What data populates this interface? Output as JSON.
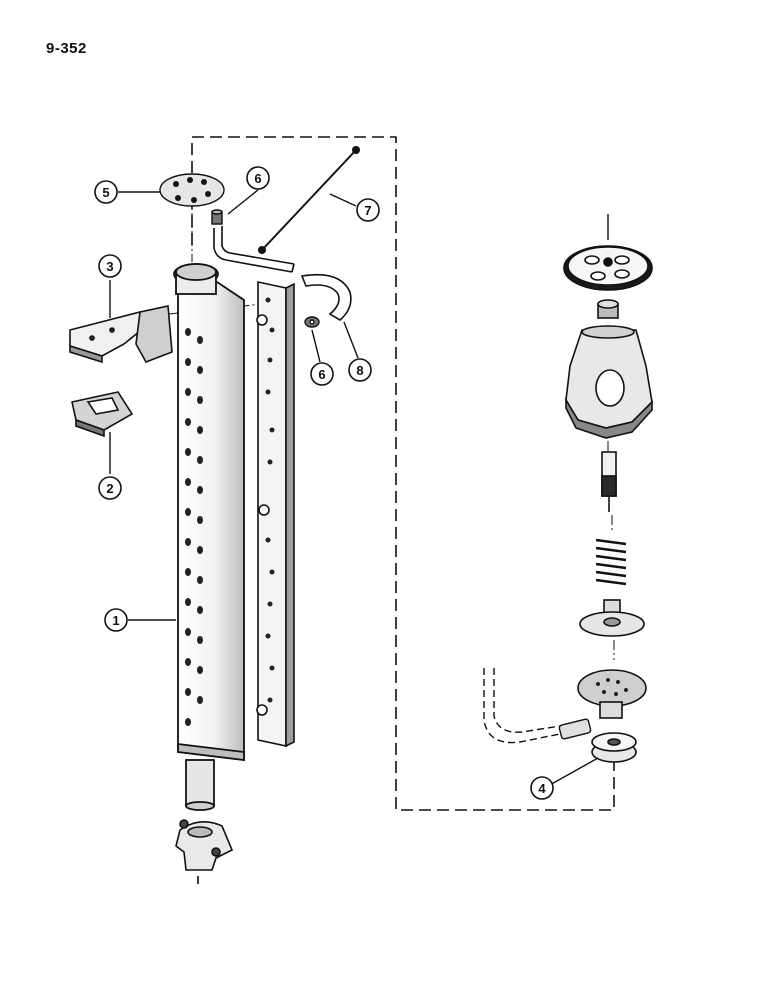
{
  "page": {
    "number": "9-352"
  },
  "callouts": {
    "c1": "1",
    "c2": "2",
    "c3": "3",
    "c4": "4",
    "c5": "5",
    "c6a": "6",
    "c6b": "6",
    "c7": "7",
    "c8": "8"
  },
  "colors": {
    "ink": "#111111",
    "paper": "#ffffff",
    "shade": "#d8d8d8"
  }
}
